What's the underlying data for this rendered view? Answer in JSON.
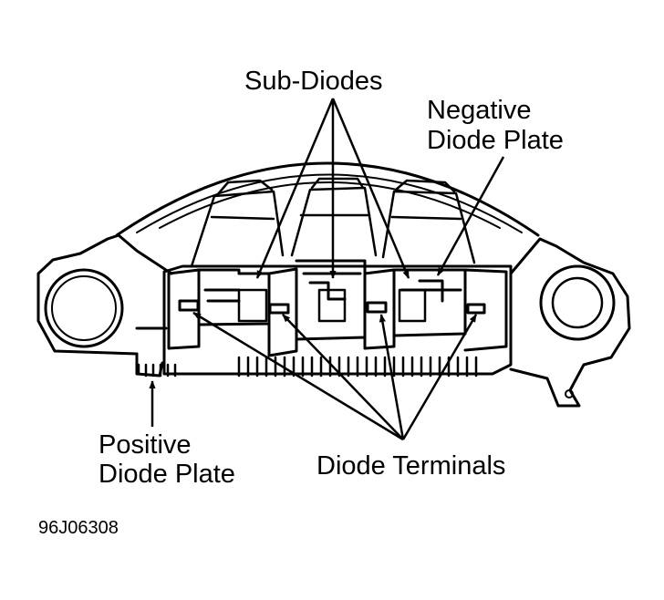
{
  "labels": {
    "sub_diodes": "Sub-Diodes",
    "negative_line1": "Negative",
    "negative_line2": "Diode Plate",
    "positive_line1": "Positive",
    "positive_line2": "Diode Plate",
    "diode_terminals": "Diode Terminals",
    "figure_code": "96J06308"
  }
}
